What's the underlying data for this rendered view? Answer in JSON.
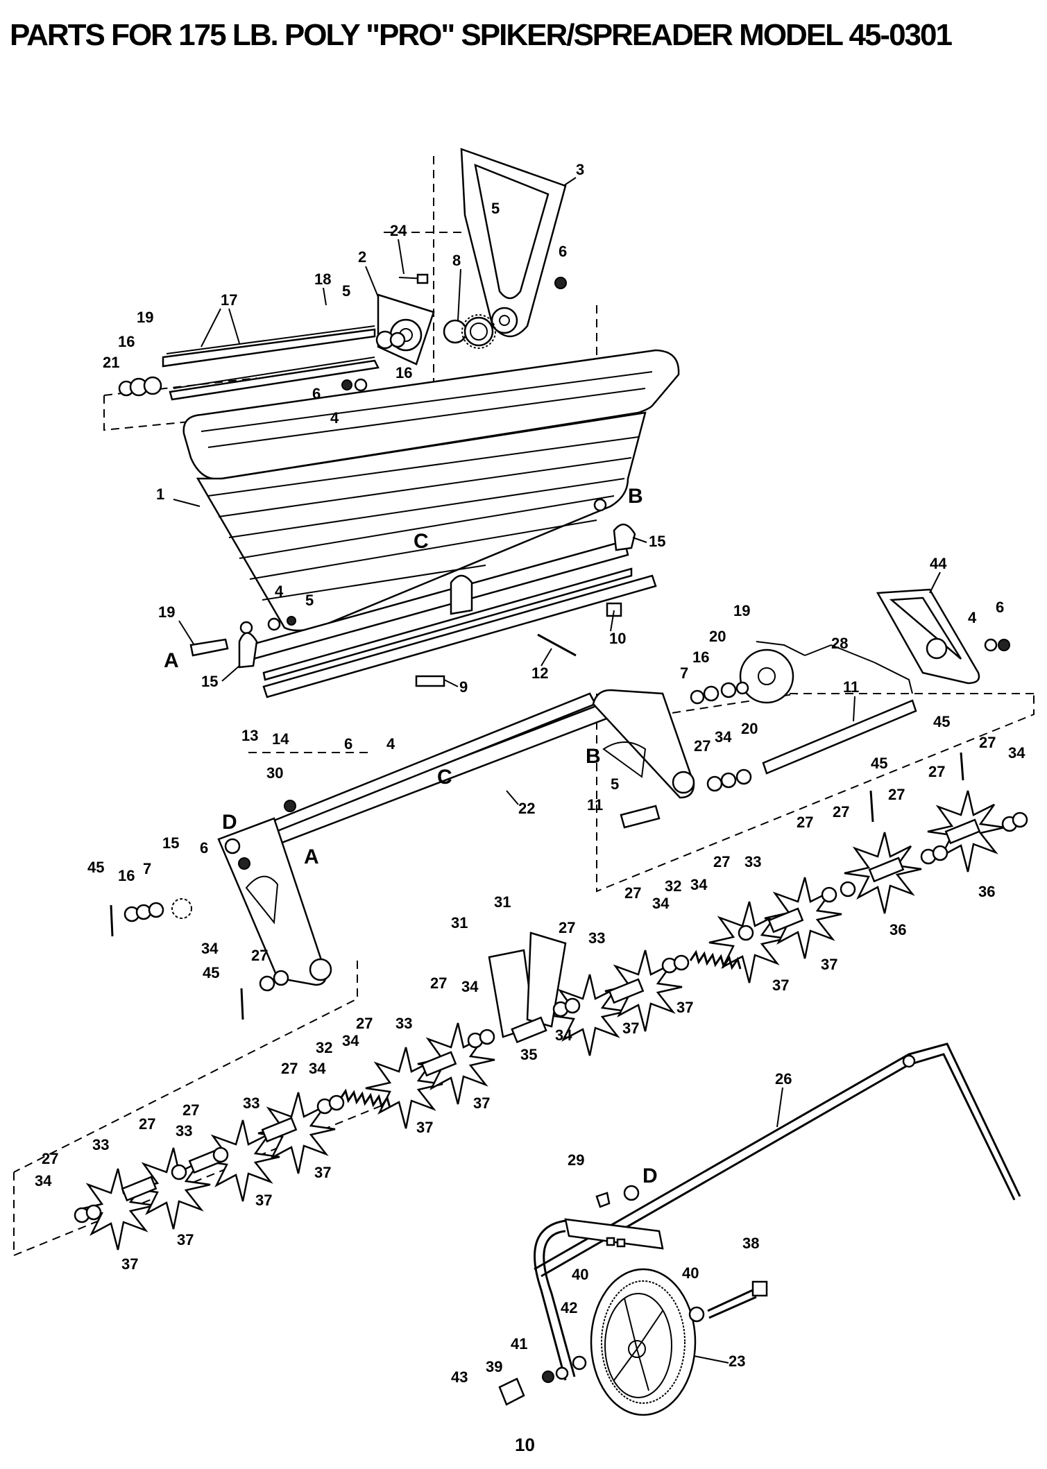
{
  "title": "PARTS FOR 175 LB. POLY \"PRO\" SPIKER/SPREADER MODEL 45-0301",
  "page_number": "10",
  "reference_letters": [
    {
      "id": "ref-a-1",
      "text": "A"
    },
    {
      "id": "ref-a-2",
      "text": "A"
    },
    {
      "id": "ref-b-1",
      "text": "B"
    },
    {
      "id": "ref-b-2",
      "text": "B"
    },
    {
      "id": "ref-c-1",
      "text": "C"
    },
    {
      "id": "ref-c-2",
      "text": "C"
    },
    {
      "id": "ref-d-1",
      "text": "D"
    },
    {
      "id": "ref-d-2",
      "text": "D"
    }
  ],
  "callouts": {
    "c3": "3",
    "c5a": "5",
    "c24": "24",
    "c2": "2",
    "c8": "8",
    "c6a": "6",
    "c18": "18",
    "c5b": "5",
    "c17": "17",
    "c19a": "19",
    "c16a": "16",
    "c21": "21",
    "c16b": "16",
    "c6b": "6",
    "c4a": "4",
    "c1": "1",
    "c15a": "15",
    "c4b": "4",
    "c5c": "5",
    "c19b": "19",
    "c15b": "15",
    "c10": "10",
    "c12": "12",
    "c9": "9",
    "c13": "13",
    "c14": "14",
    "c44": "44",
    "c4c": "4",
    "c6c": "6",
    "c19c": "19",
    "c20a": "20",
    "c28": "28",
    "c16c": "16",
    "c7a": "7",
    "c11a": "11",
    "c45a": "45",
    "c27a": "27",
    "c34a": "34",
    "c20b": "20",
    "c27b": "27",
    "c34b": "34",
    "c6d": "6",
    "c4d": "4",
    "c30": "30",
    "c22": "22",
    "c5d": "5",
    "c11b": "11",
    "c45b": "45",
    "c27c": "27",
    "c27d": "27",
    "c27e": "27",
    "c36a": "36",
    "c36b": "36",
    "c6e": "6",
    "c15c": "15",
    "c45c": "45",
    "c16d": "16",
    "c7b": "7",
    "c27f": "27",
    "c33a": "33",
    "c34c": "34",
    "c32a": "32",
    "c27g": "27",
    "c34d": "34",
    "c37a": "37",
    "c37b": "37",
    "c31a": "31",
    "c31b": "31",
    "c27h": "27",
    "c33b": "33",
    "c37c": "37",
    "c34e": "34",
    "c27i": "27",
    "c45d": "45",
    "c35": "35",
    "c34f": "34",
    "c37d": "37",
    "c27j": "27",
    "c34g": "34",
    "c27k": "27",
    "c33c": "33",
    "c37e": "37",
    "c32b": "32",
    "c34h": "34",
    "c27l": "27",
    "c34i": "34",
    "c37f": "37",
    "c26": "26",
    "c27m": "27",
    "c33d": "33",
    "c27n": "27",
    "c33e": "33",
    "c37g": "37",
    "c27o": "27",
    "c33f": "33",
    "c37h": "37",
    "c27p": "27",
    "c34j": "34",
    "c37i": "37",
    "c37j": "37",
    "c29": "29",
    "c38": "38",
    "c40a": "40",
    "c40b": "40",
    "c42": "42",
    "c41": "41",
    "c39": "39",
    "c43": "43",
    "c23": "23"
  }
}
